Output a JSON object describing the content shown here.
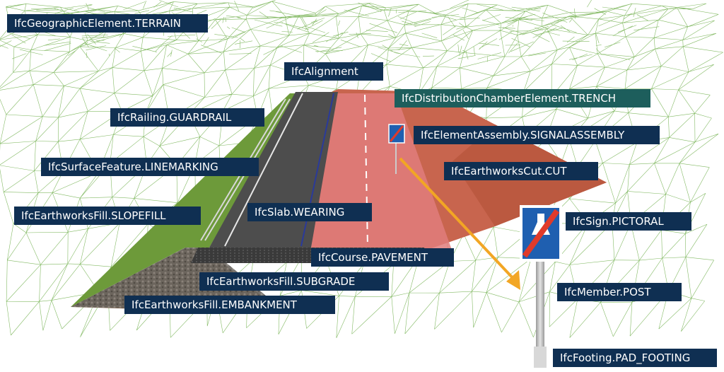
{
  "colors": {
    "label_bg": "#0f2f52",
    "label_bg_trench": "#1d5e5c",
    "arrow": "#f2a624",
    "terrain_lines": "#6fae4a",
    "slope_green": "#6d9a3a",
    "asphalt": "#4a4a4a",
    "cut_red": "#c8654e",
    "trench_pink": "#e07c7c",
    "sign_blue": "#1f5fb0",
    "sign_red": "#e03a2a"
  },
  "labels": {
    "terrain": "IfcGeographicElement.TERRAIN",
    "alignment": "IfcAlignment",
    "trench": "IfcDistributionChamberElement.TRENCH",
    "guardrail": "IfcRailing.GUARDRAIL",
    "signal_assembly": "IfcElementAssembly.SIGNALASSEMBLY",
    "linemarking": "IfcSurfaceFeature.LINEMARKING",
    "cut": "IfcEarthworksCut.CUT",
    "slopefill": "IfcEarthworksFill.SLOPEFILL",
    "wearing": "IfcSlab.WEARING",
    "sign": "IfcSign.PICTORAL",
    "pavement": "IfcCourse.PAVEMENT",
    "subgrade": "IfcEarthworksFill.SUBGRADE",
    "post": "IfcMember.POST",
    "embankment": "IfcEarthworksFill.EMBANKMENT",
    "footing": "IfcFooting.PAD_FOOTING"
  },
  "icons": {
    "small_sign": "motorway-end-sign-icon",
    "large_sign": "motorway-end-sign-icon",
    "arrow": "zoom-arrow-icon"
  }
}
